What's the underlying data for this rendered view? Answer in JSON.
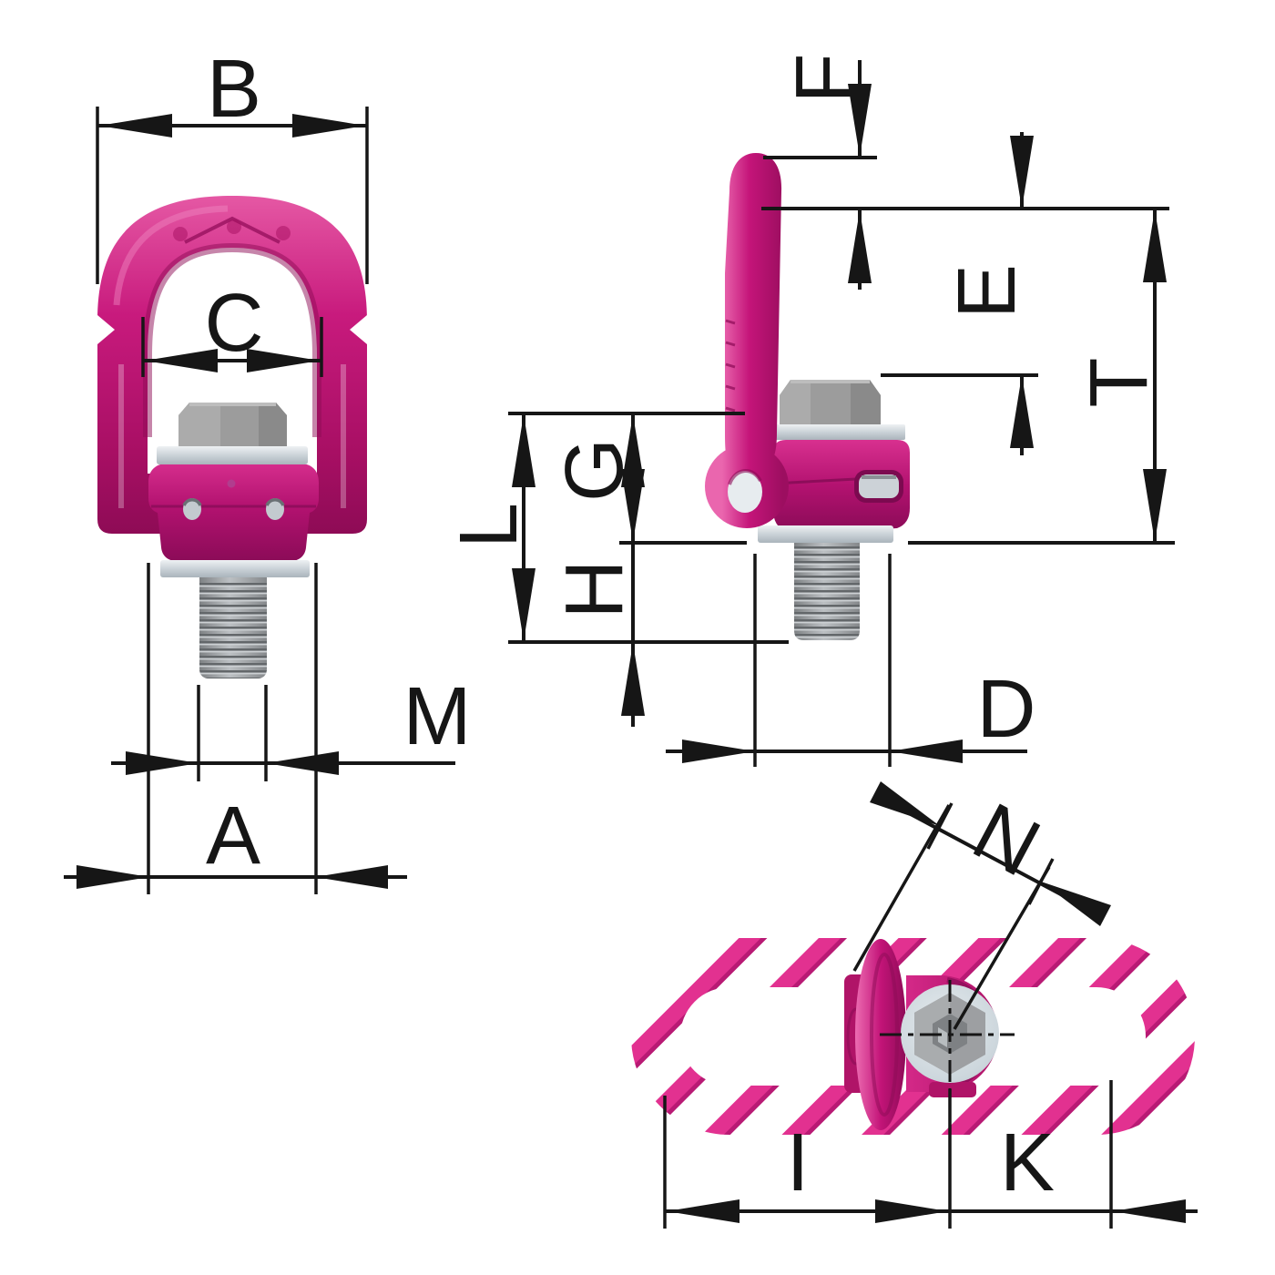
{
  "drawing": {
    "kind": "technical-dimensional-drawing",
    "colors": {
      "pink_main": "#c41479",
      "pink_light": "#e860ab",
      "pink_dark": "#8d0b55",
      "hatch_pink": "#e23190",
      "hatch_pink_dark": "#b81a74",
      "steel_light": "#e7ecef",
      "steel_mid": "#9c9c9c",
      "steel_dark": "#6f7376",
      "line": "#161616",
      "background": "#ffffff"
    },
    "dimension_labels": [
      "A",
      "B",
      "C",
      "D",
      "E",
      "F",
      "G",
      "H",
      "I",
      "K",
      "L",
      "M",
      "N",
      "T"
    ]
  },
  "dimensions": {
    "A": "A",
    "B": "B",
    "C": "C",
    "D": "D",
    "E": "E",
    "F": "F",
    "G": "G",
    "H": "H",
    "I": "I",
    "K": "K",
    "L": "L",
    "M": "M",
    "N": "N",
    "T": "T"
  }
}
